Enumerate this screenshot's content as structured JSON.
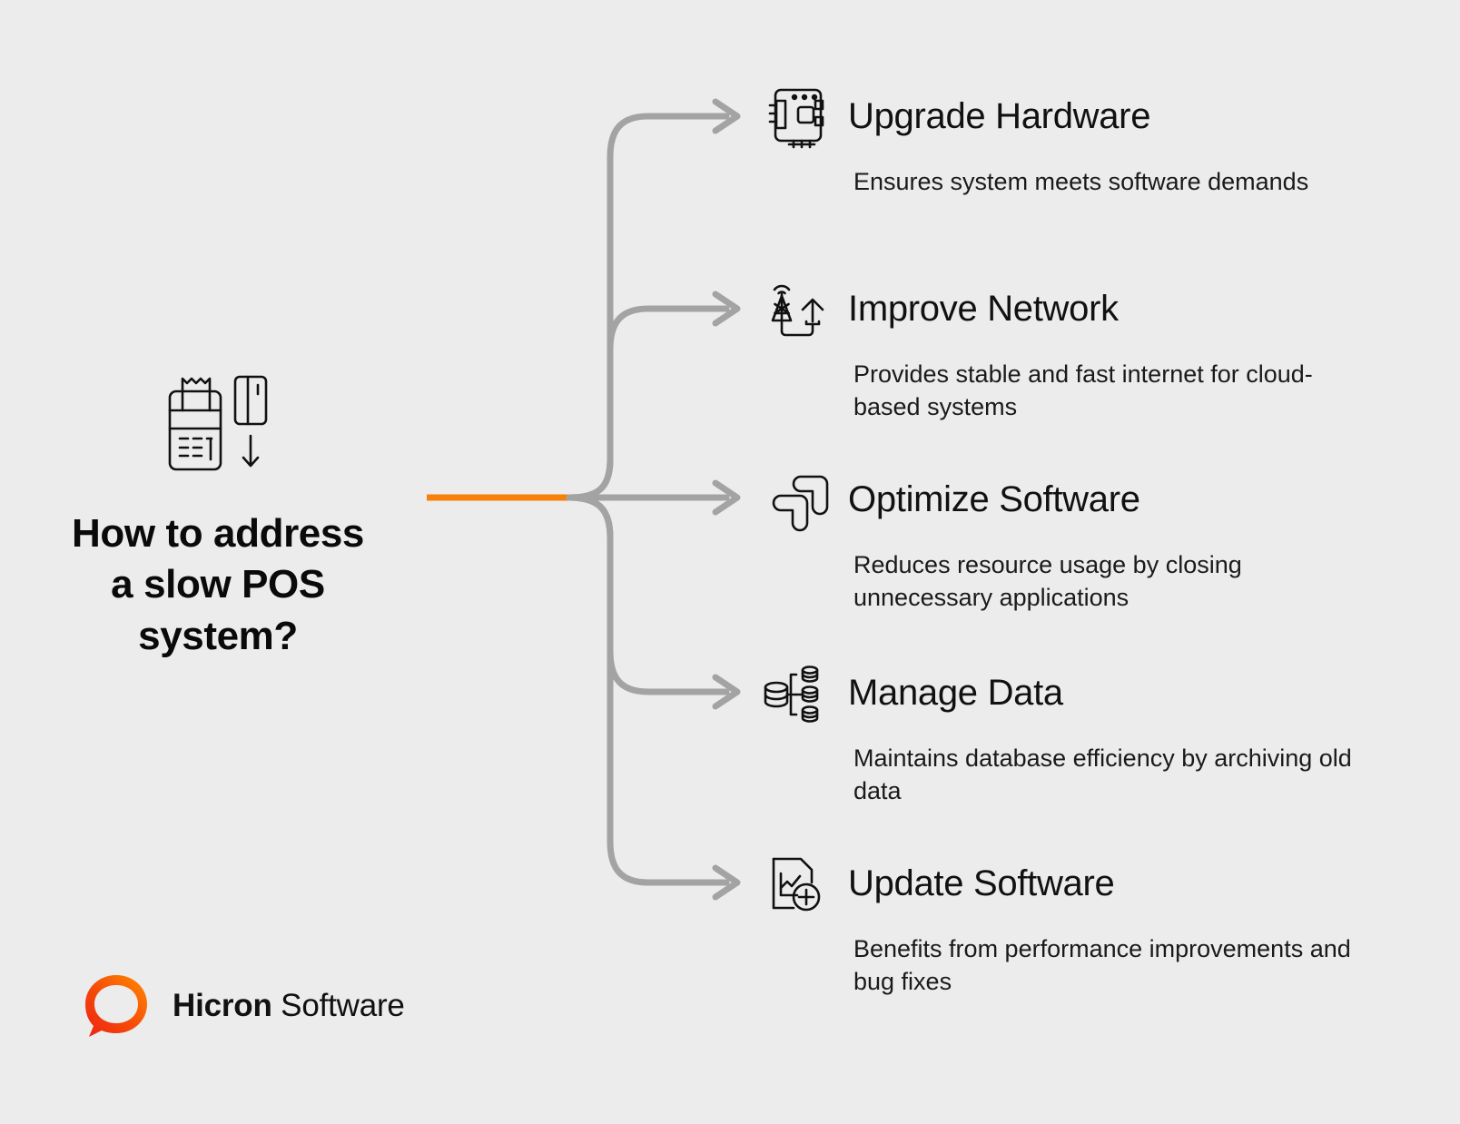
{
  "theme": {
    "background": "#ececec",
    "accent_orange": "#f77f0a",
    "connector_gray": "#a3a3a3",
    "text_dark": "#111111",
    "logo_gradient_start": "#ee2211",
    "logo_gradient_end": "#ff8c00"
  },
  "root": {
    "icon": "pos-terminal-card-icon",
    "title": "How to address a slow POS system?",
    "title_lines": [
      "How to address",
      "a slow POS",
      "system?"
    ]
  },
  "branches": [
    {
      "icon": "chip-icon",
      "title": "Upgrade Hardware",
      "description": "Ensures system meets software demands"
    },
    {
      "icon": "network-tower-icon",
      "title": "Improve Network",
      "description": "Provides stable and fast internet for cloud-based systems"
    },
    {
      "icon": "puzzle-blocks-icon",
      "title": "Optimize Software",
      "description": "Reduces resource usage by closing unnecessary applications"
    },
    {
      "icon": "database-branch-icon",
      "title": "Manage Data",
      "description": "Maintains database efficiency by archiving old data"
    },
    {
      "icon": "document-chart-plus-icon",
      "title": "Update Software",
      "description": "Benefits from performance improvements and bug fixes"
    }
  ],
  "logo": {
    "mark": "hicron-speech-bubble-ring-icon",
    "name_bold": "Hicron",
    "name_regular": " Software"
  }
}
